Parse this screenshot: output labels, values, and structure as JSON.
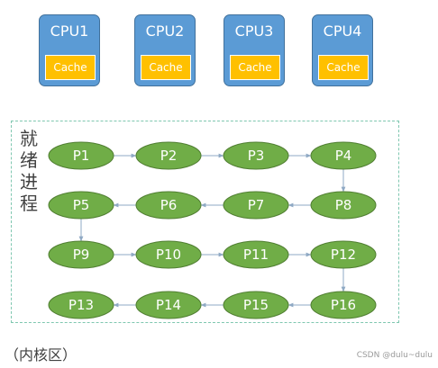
{
  "cpus": [
    {
      "label": "CPU1",
      "cache": "Cache"
    },
    {
      "label": "CPU2",
      "cache": "Cache"
    },
    {
      "label": "CPU3",
      "cache": "Cache"
    },
    {
      "label": "CPU4",
      "cache": "Cache"
    }
  ],
  "ready_queue": {
    "label_chars": [
      "就",
      "绪",
      "进",
      "程"
    ],
    "processes": [
      [
        "P1",
        "P2",
        "P3",
        "P4"
      ],
      [
        "P5",
        "P6",
        "P7",
        "P8"
      ],
      [
        "P9",
        "P10",
        "P11",
        "P12"
      ],
      [
        "P13",
        "P14",
        "P15",
        "P16"
      ]
    ]
  },
  "kernel_label": "（内核区）",
  "watermark": "CSDN @dulu~dulu",
  "colors": {
    "cpu_fill": "#5b9bd5",
    "cache_fill": "#ffc000",
    "process_fill": "#70ad47",
    "process_stroke": "#507e32",
    "arrow": "#8fa9c4",
    "region_border": "#7fc7b0"
  }
}
